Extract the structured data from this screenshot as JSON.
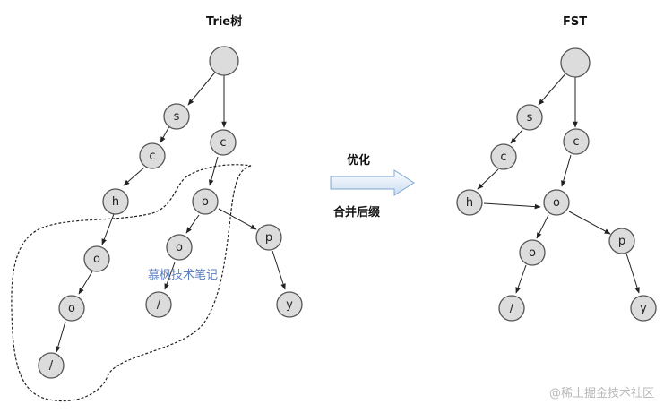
{
  "titles": {
    "trie": "Trie树",
    "fst": "FST"
  },
  "arrow": {
    "top_label": "优化",
    "bottom_label": "合并后缀"
  },
  "watermarks": {
    "center": "慕枫技术笔记",
    "corner": "@稀土掘金技术社区"
  },
  "trie": {
    "nodes": [
      {
        "id": "root",
        "label": ""
      },
      {
        "id": "s",
        "label": "s"
      },
      {
        "id": "c1",
        "label": "c"
      },
      {
        "id": "h",
        "label": "h"
      },
      {
        "id": "o1",
        "label": "o"
      },
      {
        "id": "o2",
        "label": "o"
      },
      {
        "id": "l1",
        "label": "/"
      },
      {
        "id": "c2",
        "label": "c"
      },
      {
        "id": "o3",
        "label": "o"
      },
      {
        "id": "o4",
        "label": "o"
      },
      {
        "id": "l2",
        "label": "/"
      },
      {
        "id": "p",
        "label": "p"
      },
      {
        "id": "y",
        "label": "y"
      }
    ]
  },
  "fst": {
    "nodes": [
      {
        "id": "root",
        "label": ""
      },
      {
        "id": "s",
        "label": "s"
      },
      {
        "id": "c1",
        "label": "c"
      },
      {
        "id": "h",
        "label": "h"
      },
      {
        "id": "c2",
        "label": "c"
      },
      {
        "id": "o",
        "label": "o"
      },
      {
        "id": "o2",
        "label": "o"
      },
      {
        "id": "l",
        "label": "/"
      },
      {
        "id": "p",
        "label": "p"
      },
      {
        "id": "y",
        "label": "y"
      }
    ]
  }
}
